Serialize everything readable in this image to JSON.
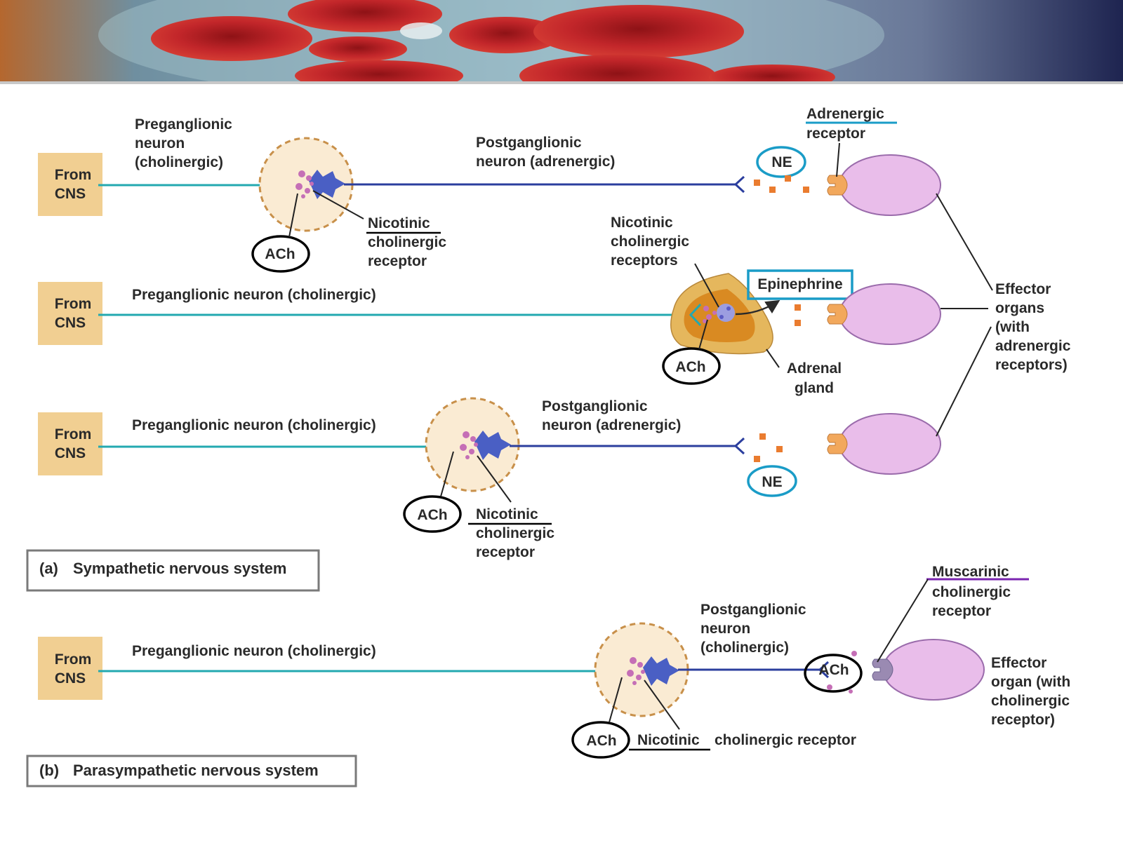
{
  "colors": {
    "cns_box": "#f1cf92",
    "preganglionic_axon": "#23a9b0",
    "postganglionic_axon": "#2b3e9e",
    "ganglion_fill": "#faebd3",
    "ganglion_border": "#c8904a",
    "neuron_body": "#4a5fc4",
    "vesicle": "#c56fb6",
    "effector_fill": "#e9bdea",
    "effector_border": "#9a6bab",
    "adrenergic_receptor": "#f2a85c",
    "muscarinic_receptor": "#9a8ab2",
    "ne_molecule": "#ea7c2f",
    "adrenal_outer": "#e5b75d",
    "adrenal_inner": "#d98a22",
    "teal_highlight": "#1a9cc7",
    "purple_highlight": "#7b25b0"
  },
  "icons": {
    "banner": "red-blood-cells-photo",
    "ganglion": "ganglion-circle",
    "effector": "effector-organ-oval",
    "receptor": "receptor-cup-shape"
  },
  "sympathetic": {
    "row1": {
      "cns": [
        "From",
        "CNS"
      ],
      "pre_label": [
        "Preganglionic",
        "neuron",
        "(cholinergic)"
      ],
      "post_label": [
        "Postganglionic",
        "neuron (adrenergic)"
      ],
      "ach": "ACh",
      "nicotinic": [
        "Nicotinic",
        "cholinergic",
        "receptor"
      ],
      "ne": "NE",
      "adrenergic": [
        "Adrenergic",
        "receptor"
      ]
    },
    "row2": {
      "cns": [
        "From",
        "CNS"
      ],
      "pre_label": "Preganglionic neuron (cholinergic)",
      "nicotinic": [
        "Nicotinic",
        "cholinergic",
        "receptors"
      ],
      "epinephrine": "Epinephrine",
      "ach": "ACh",
      "adrenal": [
        "Adrenal",
        "gland"
      ]
    },
    "row3": {
      "cns": [
        "From",
        "CNS"
      ],
      "pre_label": "Preganglionic neuron (cholinergic)",
      "post_label": [
        "Postganglionic",
        "neuron (adrenergic)"
      ],
      "ach": "ACh",
      "nicotinic": [
        "Nicotinic",
        "cholinergic",
        "receptor"
      ],
      "ne": "NE"
    },
    "effector_label": [
      "Effector",
      "organs",
      "(with",
      "adrenergic",
      "receptors)"
    ],
    "system_label": {
      "letter": "(a)",
      "name": "Sympathetic nervous system"
    }
  },
  "parasympathetic": {
    "cns": [
      "From",
      "CNS"
    ],
    "pre_label": "Preganglionic neuron (cholinergic)",
    "post_label": [
      "Postganglionic",
      "neuron",
      "(cholinergic)"
    ],
    "muscarinic": [
      "Muscarinic",
      "cholinergic",
      "receptor"
    ],
    "ach_terminal": "ACh",
    "effector_label": [
      "Effector",
      "organ (with",
      "cholinergic",
      "receptor)"
    ],
    "ach": "ACh",
    "nicotinic_word": "Nicotinic",
    "nicotinic_rest": "cholinergic receptor",
    "system_label": {
      "letter": "(b)",
      "name": "Parasympathetic nervous system"
    }
  }
}
